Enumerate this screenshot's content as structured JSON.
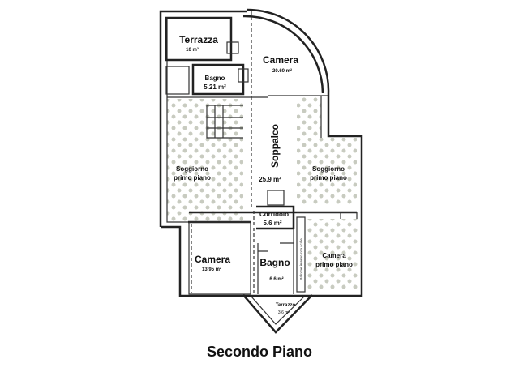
{
  "plan": {
    "title": "Secondo Piano",
    "rooms": {
      "terrazza_top": {
        "name": "Terrazza",
        "area": "10 m²"
      },
      "bagno_top": {
        "name": "Bagno",
        "area": "5.21 m²"
      },
      "camera_top": {
        "name": "Camera",
        "area": "20.60 m²"
      },
      "soppalco": {
        "name": "Soppalco",
        "area": "25.9 m²"
      },
      "soggiorno_left": {
        "name1": "Soggiorno",
        "name2": "primo piano"
      },
      "soggiorno_right": {
        "name1": "Soggiorno",
        "name2": "primo piano"
      },
      "corridoio": {
        "name": "Corridoio",
        "area": "5.6 m²"
      },
      "camera_bottom": {
        "name": "Camera",
        "area": "13.95 m²"
      },
      "bagno_bottom": {
        "name": "Bagno",
        "area": "6.6 m²"
      },
      "balcone": {
        "name": "Balcone interno con scale"
      },
      "camera_primo": {
        "name1": "Camera",
        "name2": "primo piano"
      },
      "terrazzo_bottom": {
        "name": "Terrazzo",
        "area": "3.6 m²"
      }
    },
    "colors": {
      "wall": "#222222",
      "dots": "#c8cbc0"
    }
  }
}
